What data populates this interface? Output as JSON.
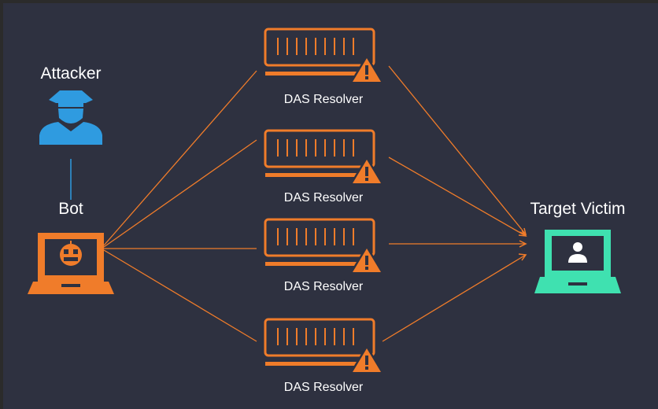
{
  "attacker": {
    "label": "Attacker",
    "icon": "attacker-hat-icon"
  },
  "bot": {
    "label": "Bot",
    "icon": "laptop-bot-icon"
  },
  "victim": {
    "label": "Target Victim",
    "icon": "laptop-user-icon"
  },
  "resolvers": [
    {
      "label": "DAS Resolver",
      "icon": "server-warning-icon"
    },
    {
      "label": "DAS Resolver",
      "icon": "server-warning-icon"
    },
    {
      "label": "DAS Resolver",
      "icon": "server-warning-icon"
    },
    {
      "label": "DAS Resolver",
      "icon": "server-warning-icon"
    }
  ],
  "colors": {
    "background": "#2e3140",
    "accent": "#f07c2a",
    "attacker": "#2f9be0",
    "victim": "#3fe1b0",
    "text": "#ffffff"
  }
}
